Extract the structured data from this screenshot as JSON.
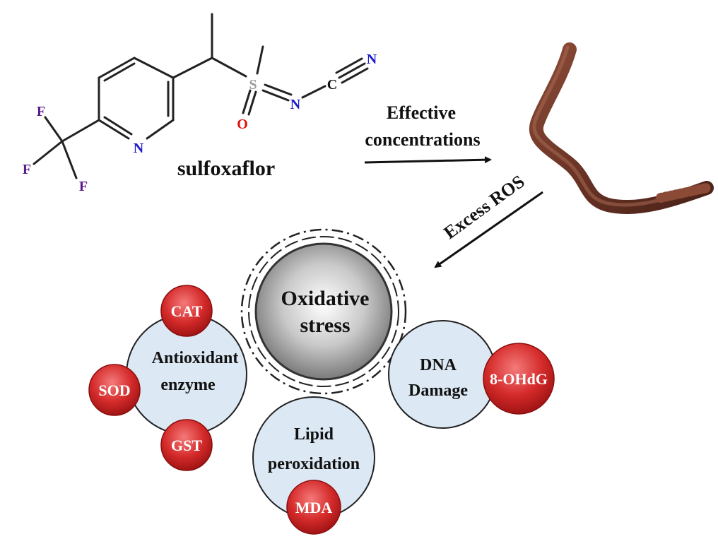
{
  "molecule": {
    "name": "sulfoxaflor",
    "atoms": {
      "F1": "F",
      "F2": "F",
      "F3": "F",
      "N_ring": "N",
      "S": "S",
      "O": "O",
      "N_imine": "N",
      "C": "C",
      "N_nitrile": "N"
    },
    "colors": {
      "fluorine": "#5b1a8c",
      "nitrogen": "#1a1acc",
      "oxygen": "#e01010",
      "sulfur": "#9a9a9a",
      "bond": "#222222"
    }
  },
  "arrows": {
    "effective": {
      "line1": "Effective",
      "line2": "concentrations"
    },
    "ros": {
      "label": "Excess ROS"
    }
  },
  "organism": {
    "icon": "earthworm-icon"
  },
  "center": {
    "line1": "Oxidative",
    "line2": "stress"
  },
  "effects": {
    "antioxidant": {
      "line1": "Antioxidant",
      "line2": "enzyme",
      "markers": [
        "CAT",
        "SOD",
        "GST"
      ]
    },
    "dna": {
      "line1": "DNA",
      "line2": "Damage",
      "marker": "8-OHdG"
    },
    "lipid": {
      "line1": "Lipid",
      "line2": "peroxidation",
      "marker": "MDA"
    }
  },
  "palette": {
    "effect_fill": "#dce8f4",
    "marker_red": "#d42a2a"
  }
}
